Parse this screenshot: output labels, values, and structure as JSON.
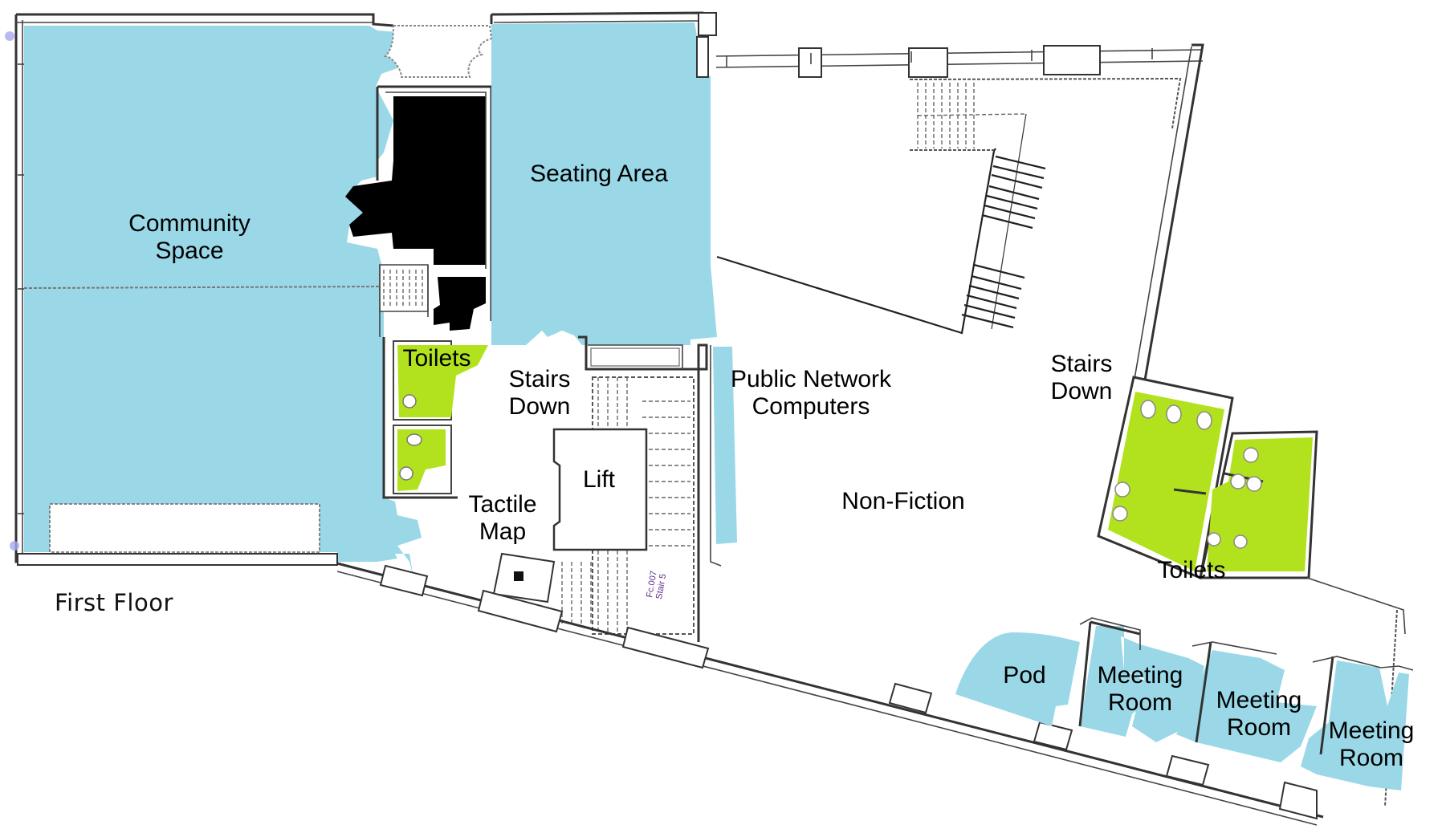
{
  "map": {
    "floor_title": "First Floor",
    "colors": {
      "room_blue": "#9ad8e8",
      "toilet_green": "#b2e21e",
      "restricted_black": "#000000",
      "wall": "#333333"
    },
    "rooms": [
      {
        "id": "community-space",
        "label_lines": [
          "Community",
          "Space"
        ],
        "fill": "blue"
      },
      {
        "id": "seating-area",
        "label_lines": [
          "Seating Area"
        ],
        "fill": "blue"
      },
      {
        "id": "toilets-left",
        "label_lines": [
          "Toilets"
        ],
        "fill": "green"
      },
      {
        "id": "stairs-down-center",
        "label_lines": [
          "Stairs",
          "Down"
        ],
        "fill": "none"
      },
      {
        "id": "public-network-computers",
        "label_lines": [
          "Public Network",
          "Computers"
        ],
        "fill": "blue-strip"
      },
      {
        "id": "lift",
        "label_lines": [
          "Lift"
        ],
        "fill": "none"
      },
      {
        "id": "tactile-map",
        "label_lines": [
          "Tactile",
          "Map"
        ],
        "fill": "none"
      },
      {
        "id": "non-fiction",
        "label_lines": [
          "Non-Fiction"
        ],
        "fill": "none"
      },
      {
        "id": "stairs-down-right",
        "label_lines": [
          "Stairs",
          "Down"
        ],
        "fill": "none"
      },
      {
        "id": "toilets-right",
        "label_lines": [
          "Toilets"
        ],
        "fill": "green"
      },
      {
        "id": "pod",
        "label_lines": [
          "Pod"
        ],
        "fill": "blue"
      },
      {
        "id": "meeting-room-1",
        "label_lines": [
          "Meeting",
          "Room"
        ],
        "fill": "blue"
      },
      {
        "id": "meeting-room-2",
        "label_lines": [
          "Meeting",
          "Room"
        ],
        "fill": "blue"
      },
      {
        "id": "meeting-room-3",
        "label_lines": [
          "Meeting",
          "Room"
        ],
        "fill": "blue"
      }
    ],
    "stair_tag": [
      "Fc.007",
      "Stair 5"
    ]
  }
}
